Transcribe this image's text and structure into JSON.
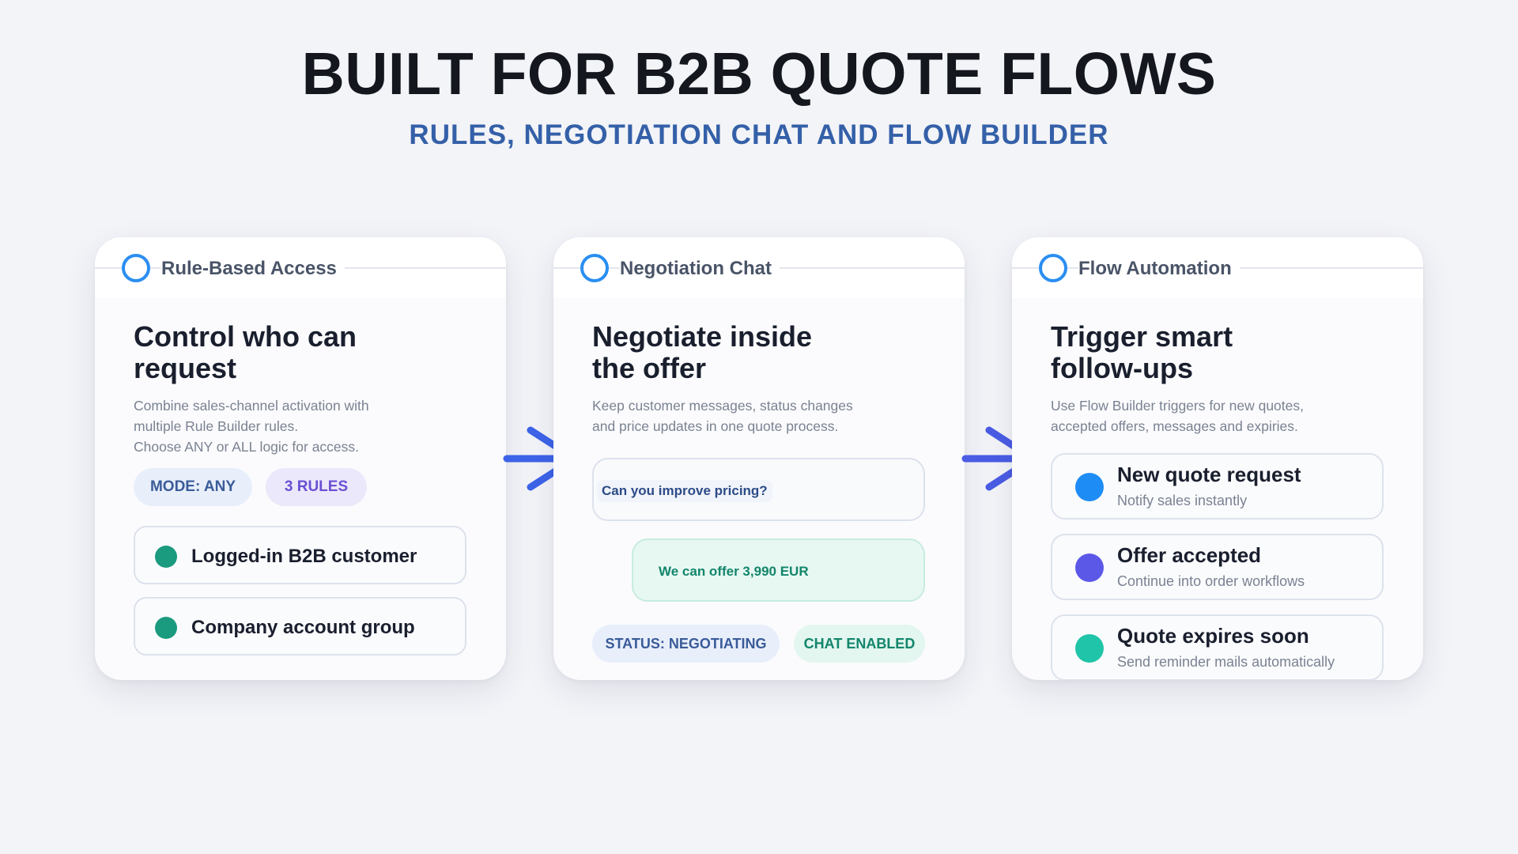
{
  "page": {
    "title": "BUILT FOR B2B QUOTE FLOWS",
    "subtitle": "RULES, NEGOTIATION CHAT AND FLOW BUILDER"
  },
  "colors": {
    "accent": "#2a8ef2",
    "arrow": "#3d63e8",
    "subtitle": "#3460a8",
    "rule_dot": "#1a9a7e",
    "flow_dot_1": "#1e8cf5",
    "flow_dot_2": "#5b58e8",
    "flow_dot_3": "#20c4a8"
  },
  "cards": {
    "rules": {
      "header_icon": "ring-icon",
      "header": "Rule-Based Access",
      "title_line1": "Control who can",
      "title_line2": "request",
      "desc_line1": "Combine sales-channel activation with",
      "desc_line2": "multiple Rule Builder rules.",
      "desc_line3": "Choose ANY or ALL logic for access.",
      "mode_pill": "MODE: ANY",
      "rules_pill": "3 RULES",
      "items": [
        {
          "label": "Logged-in B2B customer"
        },
        {
          "label": "Company account group"
        }
      ]
    },
    "chat": {
      "header_icon": "ring-icon",
      "header": "Negotiation Chat",
      "title_line1": "Negotiate inside",
      "title_line2": "the offer",
      "desc_line1": "Keep customer messages, status changes",
      "desc_line2": "and price updates in one quote process.",
      "message_customer": "Can you improve pricing?",
      "message_seller": "We can offer 3,990 EUR",
      "status_pill": "STATUS: NEGOTIATING",
      "chat_pill": "CHAT ENABLED"
    },
    "flow": {
      "header_icon": "ring-icon",
      "header": "Flow Automation",
      "title_line1": "Trigger smart",
      "title_line2": "follow-ups",
      "desc_line1": "Use Flow Builder triggers for new quotes,",
      "desc_line2": "accepted offers, messages and expiries.",
      "items": [
        {
          "title": "New quote request",
          "subtitle": "Notify sales instantly"
        },
        {
          "title": "Offer accepted",
          "subtitle": "Continue into order workflows"
        },
        {
          "title": "Quote expires soon",
          "subtitle": "Send reminder mails automatically"
        }
      ]
    }
  },
  "connectors": [
    {
      "icon": "chevron-arrow-right-icon"
    },
    {
      "icon": "chevron-arrow-right-icon"
    }
  ]
}
